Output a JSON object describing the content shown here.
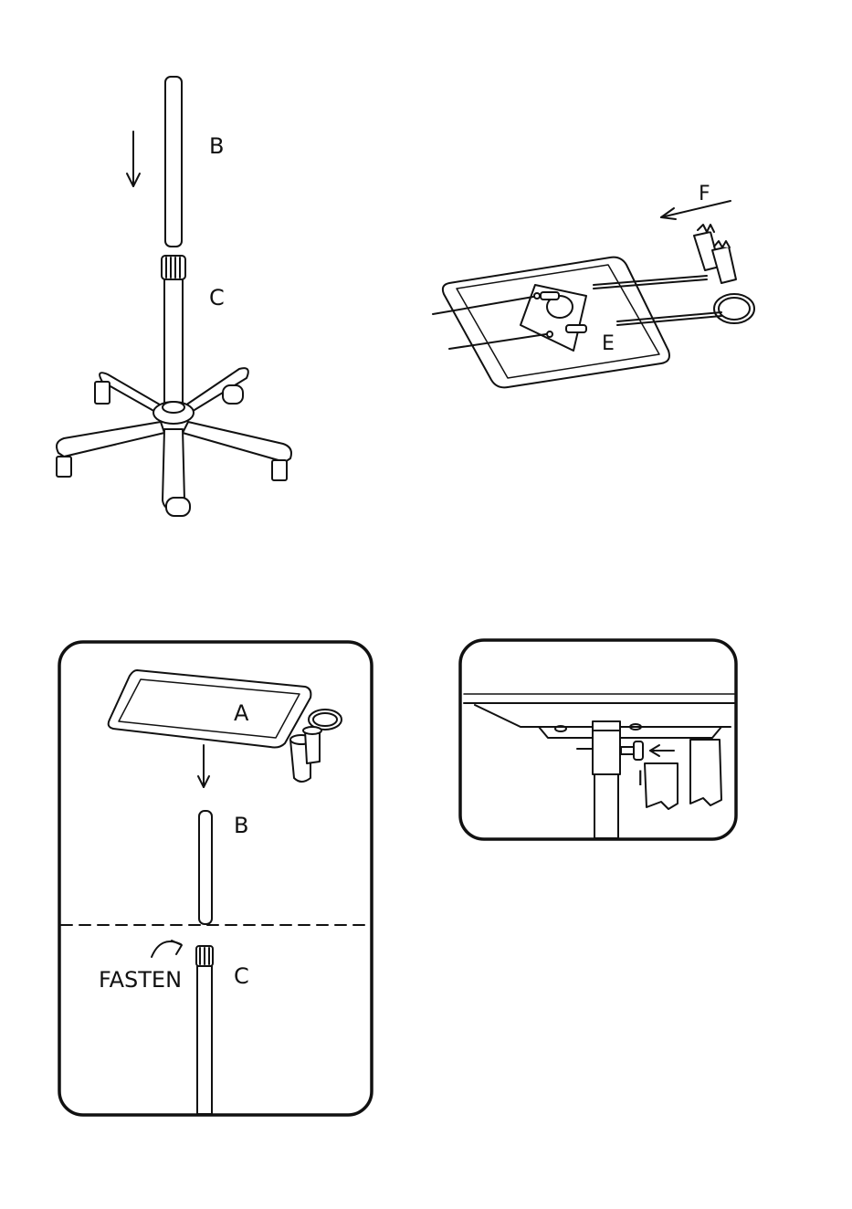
{
  "panel1": {
    "labels": {
      "tube": "B",
      "column": "C"
    }
  },
  "panel2": {
    "labels": {
      "arrow": "F",
      "plate": "E"
    }
  },
  "panel3": {
    "labels": {
      "tray": "A",
      "tube": "B",
      "column": "C",
      "action": "FASTEN"
    }
  },
  "panel4": {
    "labels": {
      "knob": "I"
    }
  }
}
